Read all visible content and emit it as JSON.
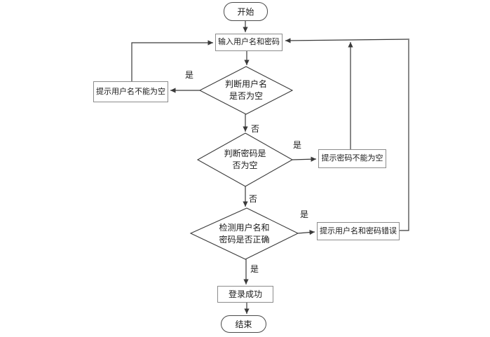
{
  "flowchart": {
    "description": "login validation flowchart",
    "nodes": {
      "start": {
        "label": "开始"
      },
      "input_credentials": {
        "label": "输入用户名和密码"
      },
      "check_username_empty": {
        "line1": "判断用户名",
        "line2": "是否为空"
      },
      "prompt_username_empty": {
        "label": "提示用户名不能为空"
      },
      "check_password_empty": {
        "line1": "判断密码是",
        "line2": "否为空"
      },
      "prompt_password_empty": {
        "label": "提示密码不能为空"
      },
      "check_credentials_correct": {
        "line1": "检测用户名和",
        "line2": "密码是否正确"
      },
      "prompt_credentials_error": {
        "label": "提示用户名和密码错误"
      },
      "login_success": {
        "label": "登录成功"
      },
      "end": {
        "label": "结束"
      }
    },
    "edge_labels": {
      "username_empty_yes": "是",
      "username_empty_no": "否",
      "password_empty_yes": "是",
      "password_empty_no": "否",
      "credentials_error_yes": "是",
      "credentials_correct_yes": "是"
    },
    "colors": {
      "line": "#3a3a3a",
      "box_border": "#8c8c8c",
      "fill": "#ffffff",
      "background": "#ffffff"
    }
  }
}
